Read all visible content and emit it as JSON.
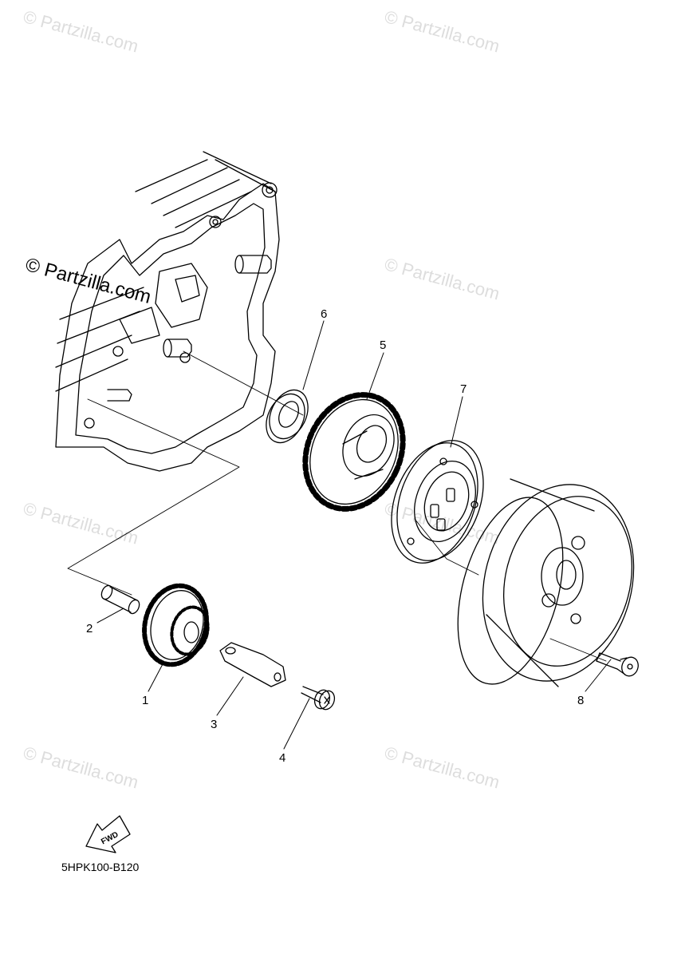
{
  "diagram": {
    "watermark": "© Partzilla.com",
    "reference_code": "5HPK100-B120",
    "fwd_label": "FWD",
    "callouts": [
      "1",
      "2",
      "3",
      "4",
      "5",
      "6",
      "7",
      "8"
    ]
  }
}
